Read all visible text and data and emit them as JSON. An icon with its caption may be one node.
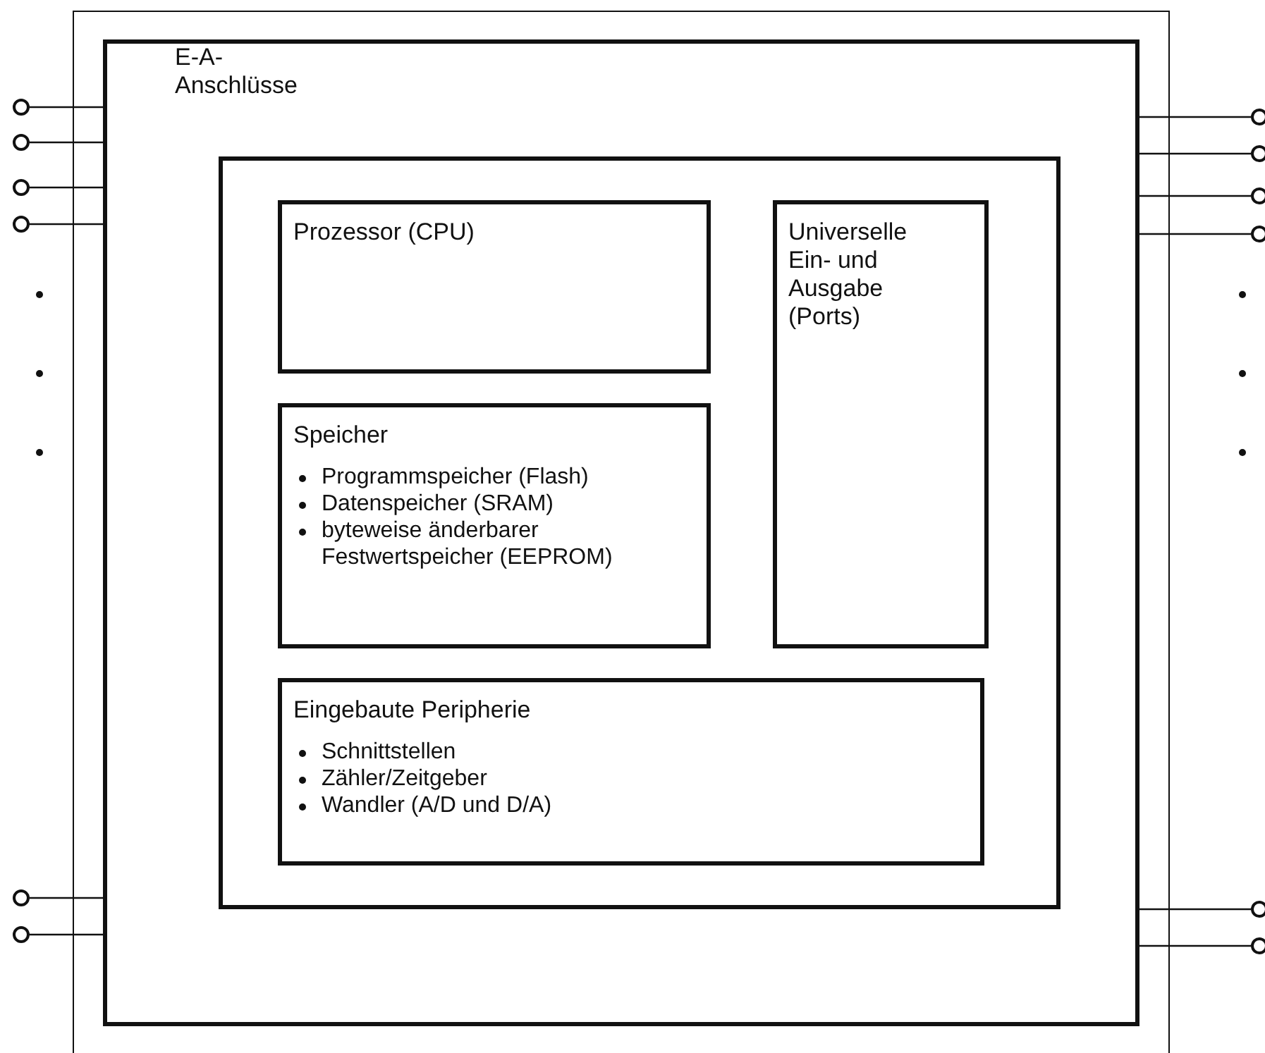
{
  "diagram": {
    "nodes": [
      {
        "text": [
          "E-A- Anschlüsse"
        ]
      },
      {
        "text": [],
        "shape": "box",
        "in": 0
      },
      {
        "text": [
          "Prozessor (CPU)"
        ],
        "in": 1
      },
      {
        "text": [
          "Universelle Ein- und Ausgabe (Ports)"
        ],
        "in": 1
      },
      {
        "text": [
          "Speicher",
          "Programmspeicher (Flash)",
          "Datenspeicher (SRAM)",
          "byteweise änderbarer Festwertspeicher (EEPROM)"
        ],
        "in": 1
      },
      {
        "text": [
          "Eingebaute Peripherie",
          "Schnittstellen",
          "Zähler/Zeitgeber",
          "Wandler (A/D und D/A)"
        ],
        "in": 1
      },
      {
        "text": [],
        "shape": "circle"
      },
      {
        "text": [],
        "shape": "circle"
      },
      {
        "text": [],
        "shape": "circle"
      },
      {
        "text": [],
        "shape": "circle"
      },
      {
        "text": [],
        "shape": "circle"
      },
      {
        "text": [],
        "shape": "circle"
      },
      {
        "text": [],
        "shape": "circle"
      },
      {
        "text": [],
        "shape": "circle"
      },
      {
        "text": [],
        "shape": "circle"
      },
      {
        "text": [],
        "shape": "circle"
      },
      {
        "text": [],
        "shape": "circle"
      },
      {
        "text": [],
        "shape": "circle"
      }
    ],
    "edges": [
      {
        "from": 6,
        "to": 0,
        "arrow": "none"
      },
      {
        "from": 7,
        "to": 0,
        "arrow": "none"
      },
      {
        "from": 8,
        "to": 0,
        "arrow": "none"
      },
      {
        "from": 9,
        "to": 0,
        "arrow": "none"
      },
      {
        "from": 10,
        "to": 0,
        "arrow": "none"
      },
      {
        "from": 11,
        "to": 0,
        "arrow": "none"
      },
      {
        "from": 12,
        "to": 0,
        "arrow": "none"
      },
      {
        "from": 13,
        "to": 0,
        "arrow": "none"
      },
      {
        "from": 14,
        "to": 0,
        "arrow": "none"
      },
      {
        "from": 15,
        "to": 0,
        "arrow": "none"
      },
      {
        "from": 16,
        "to": 0,
        "arrow": "none"
      },
      {
        "from": 17,
        "to": 0,
        "arrow": "none"
      }
    ]
  }
}
